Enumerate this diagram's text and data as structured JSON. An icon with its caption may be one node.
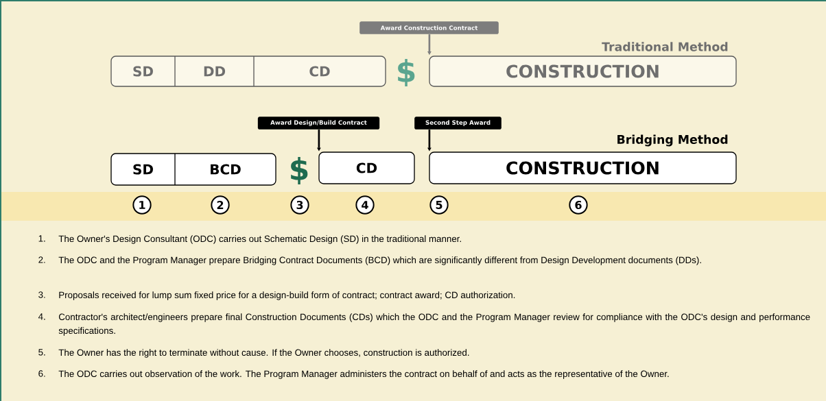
{
  "diagram": {
    "nodes": [
      {
        "text": [
          "SD"
        ]
      },
      {
        "text": [
          "DD"
        ]
      },
      {
        "text": [
          "CD"
        ]
      },
      {
        "text": [
          "CONSTRUCTION"
        ]
      },
      {
        "text": [
          "Award Construction Contract"
        ]
      },
      {
        "text": [
          "SD"
        ]
      },
      {
        "text": [
          "BCD"
        ]
      },
      {
        "text": [
          "CD"
        ]
      },
      {
        "text": [
          "CONSTRUCTION"
        ]
      },
      {
        "text": [
          "Award Design/Build Contract"
        ]
      },
      {
        "text": [
          "Second Step Award"
        ]
      },
      {
        "text": [
          "1"
        ]
      },
      {
        "text": [
          "2"
        ]
      },
      {
        "text": [
          "3"
        ]
      },
      {
        "text": [
          "4"
        ]
      },
      {
        "text": [
          "5"
        ]
      },
      {
        "text": [
          "6"
        ]
      }
    ],
    "edges": [
      {
        "from": 4,
        "to": 3,
        "arrow": "to",
        "color": "#7f7f7f"
      },
      {
        "from": 9,
        "to": 7,
        "arrow": "to"
      },
      {
        "from": 10,
        "to": 8,
        "arrow": "to"
      }
    ],
    "labels": [
      "Traditional Method",
      "$",
      "Bridging Method",
      "$",
      "1.",
      "The Owner's Design Consultant (ODC) carries out Schematic Design (SD) in the traditional manner.",
      "2.",
      "The ODC and the Program Manager prepare Bridging Contract Documents (BCD) which are significantly different from Design Development documents (DDs).",
      "3.",
      "Proposals received for lump sum fixed price for a design-build form of contract; contract award; CD authorization.",
      "4.",
      "Contractor's architect/engineers prepare final Construction Documents (CDs) which the ODC and the Program Manager review for compliance with the ODC's design and performance specifications.",
      "5.",
      "The Owner has the right to terminate without cause. If the Owner chooses, construction is authorized.",
      "6.",
      "The ODC carries out observation of the work. The Program Manager administers the contract on behalf of and acts as the representative of the Owner."
    ]
  }
}
